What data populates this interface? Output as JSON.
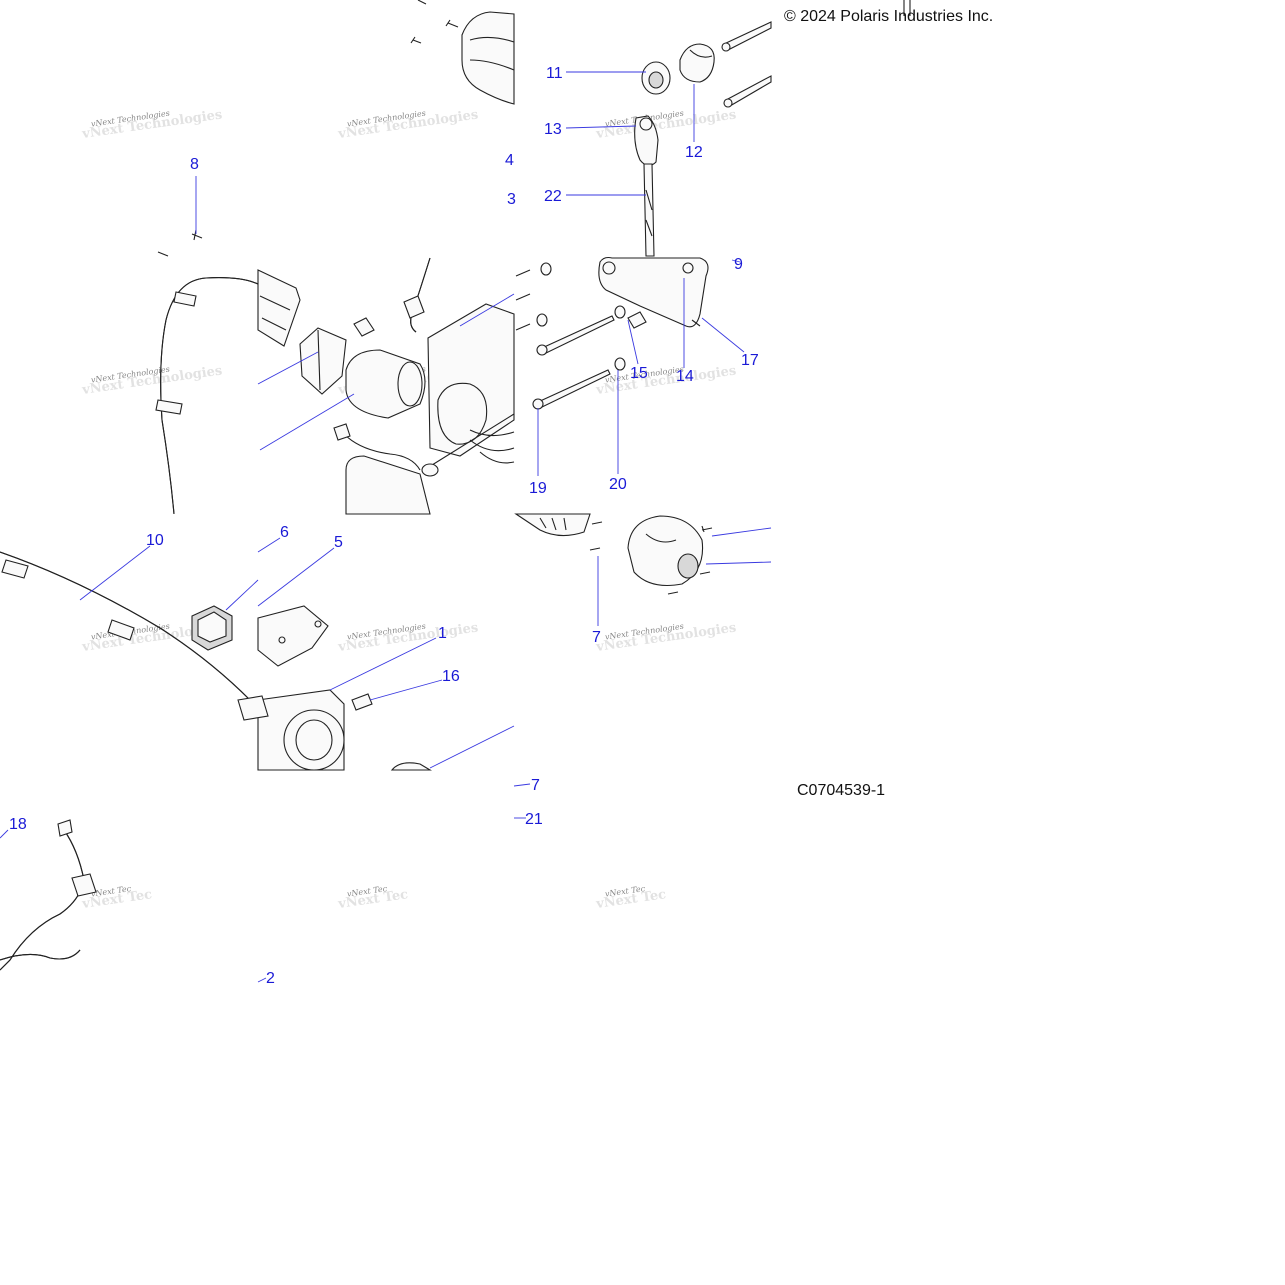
{
  "copyright": "© 2024 Polaris Industries Inc.",
  "figure_code": "C0704539-1",
  "watermark": "vNext Technologies",
  "watermark_partial": "vNext Tec",
  "callouts": [
    "11",
    "12",
    "13",
    "8",
    "4",
    "3",
    "22",
    "9",
    "17",
    "15",
    "14",
    "19",
    "20",
    "10",
    "6",
    "5",
    "1",
    "16",
    "7",
    "7",
    "21",
    "18",
    "2"
  ],
  "colors": {
    "callout": "#1a1ad6",
    "ink": "#222222"
  }
}
